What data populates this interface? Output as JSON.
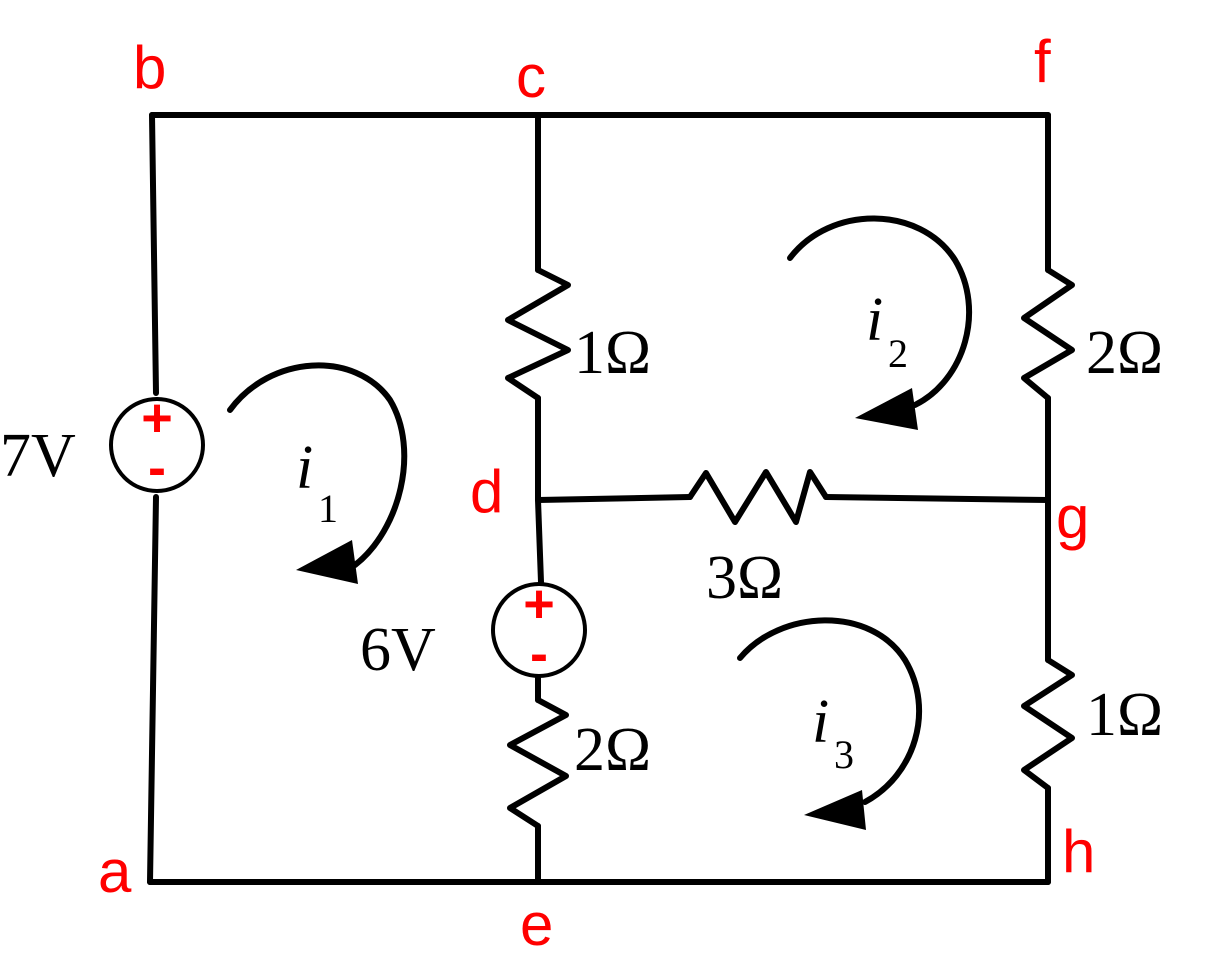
{
  "colors": {
    "node_label": "#ff0000",
    "wire": "#000000",
    "polarity": "#ff0000"
  },
  "nodes": {
    "a": "a",
    "b": "b",
    "c": "c",
    "d": "d",
    "e": "e",
    "f": "f",
    "g": "g",
    "h": "h"
  },
  "resistors": {
    "cd": "1Ω",
    "fg": "2Ω",
    "dg": "3Ω",
    "de": "2Ω",
    "gh": "1Ω"
  },
  "sources": {
    "left": {
      "label": "7V",
      "plus": "+",
      "minus": "-"
    },
    "middle": {
      "label": "6V",
      "plus": "+",
      "minus": "-"
    }
  },
  "loop_currents": [
    {
      "symbol": "i",
      "sub": "1"
    },
    {
      "symbol": "i",
      "sub": "2"
    },
    {
      "symbol": "i",
      "sub": "3"
    }
  ]
}
